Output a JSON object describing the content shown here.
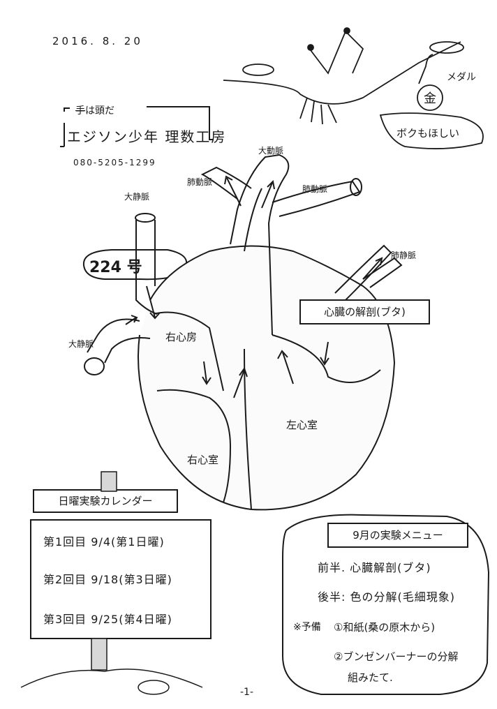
{
  "date": "2016. 8. 20",
  "header": {
    "tagline_struck": "手",
    "tagline_rest": "は頭だ",
    "shop_name": "エジソン少年 理数工房",
    "phone": "080-5205-1299"
  },
  "bug_drawing": {
    "medal_label": "メダル",
    "medal_char": "金",
    "speech": "ボクもほしい"
  },
  "number_label": "224 号",
  "heart_diagram": {
    "labels": {
      "aorta": "大動脈",
      "pa_left": "肺動脈",
      "pa_right": "肺動脈",
      "vc_top": "大静脈",
      "vc_bottom": "大静脈",
      "pv": "肺静脈",
      "ra": "右心房",
      "rv": "右心室",
      "lv": "左心室"
    },
    "title": "心臓の解剖(ブタ)"
  },
  "calendar": {
    "title": "日曜実験カレンダー",
    "rows": [
      "第1回目 9/4(第1日曜)",
      "第2回目 9/18(第3日曜)",
      "第3回目 9/25(第4日曜)"
    ]
  },
  "menu": {
    "title": "9月の実験メニュー",
    "first_half": "前半. 心臓解剖(ブタ)",
    "second_half": "後半: 色の分解(毛細現象)",
    "prep_label": "※予備",
    "prep_1": "①和紙(桑の原木から)",
    "prep_2": "②ブンゼンバーナーの分解",
    "prep_3": "組みたて."
  },
  "page_number": "-1-",
  "colors": {
    "ink": "#1a1a1a",
    "paper": "#ffffff",
    "shade": "#d8d8d8"
  }
}
